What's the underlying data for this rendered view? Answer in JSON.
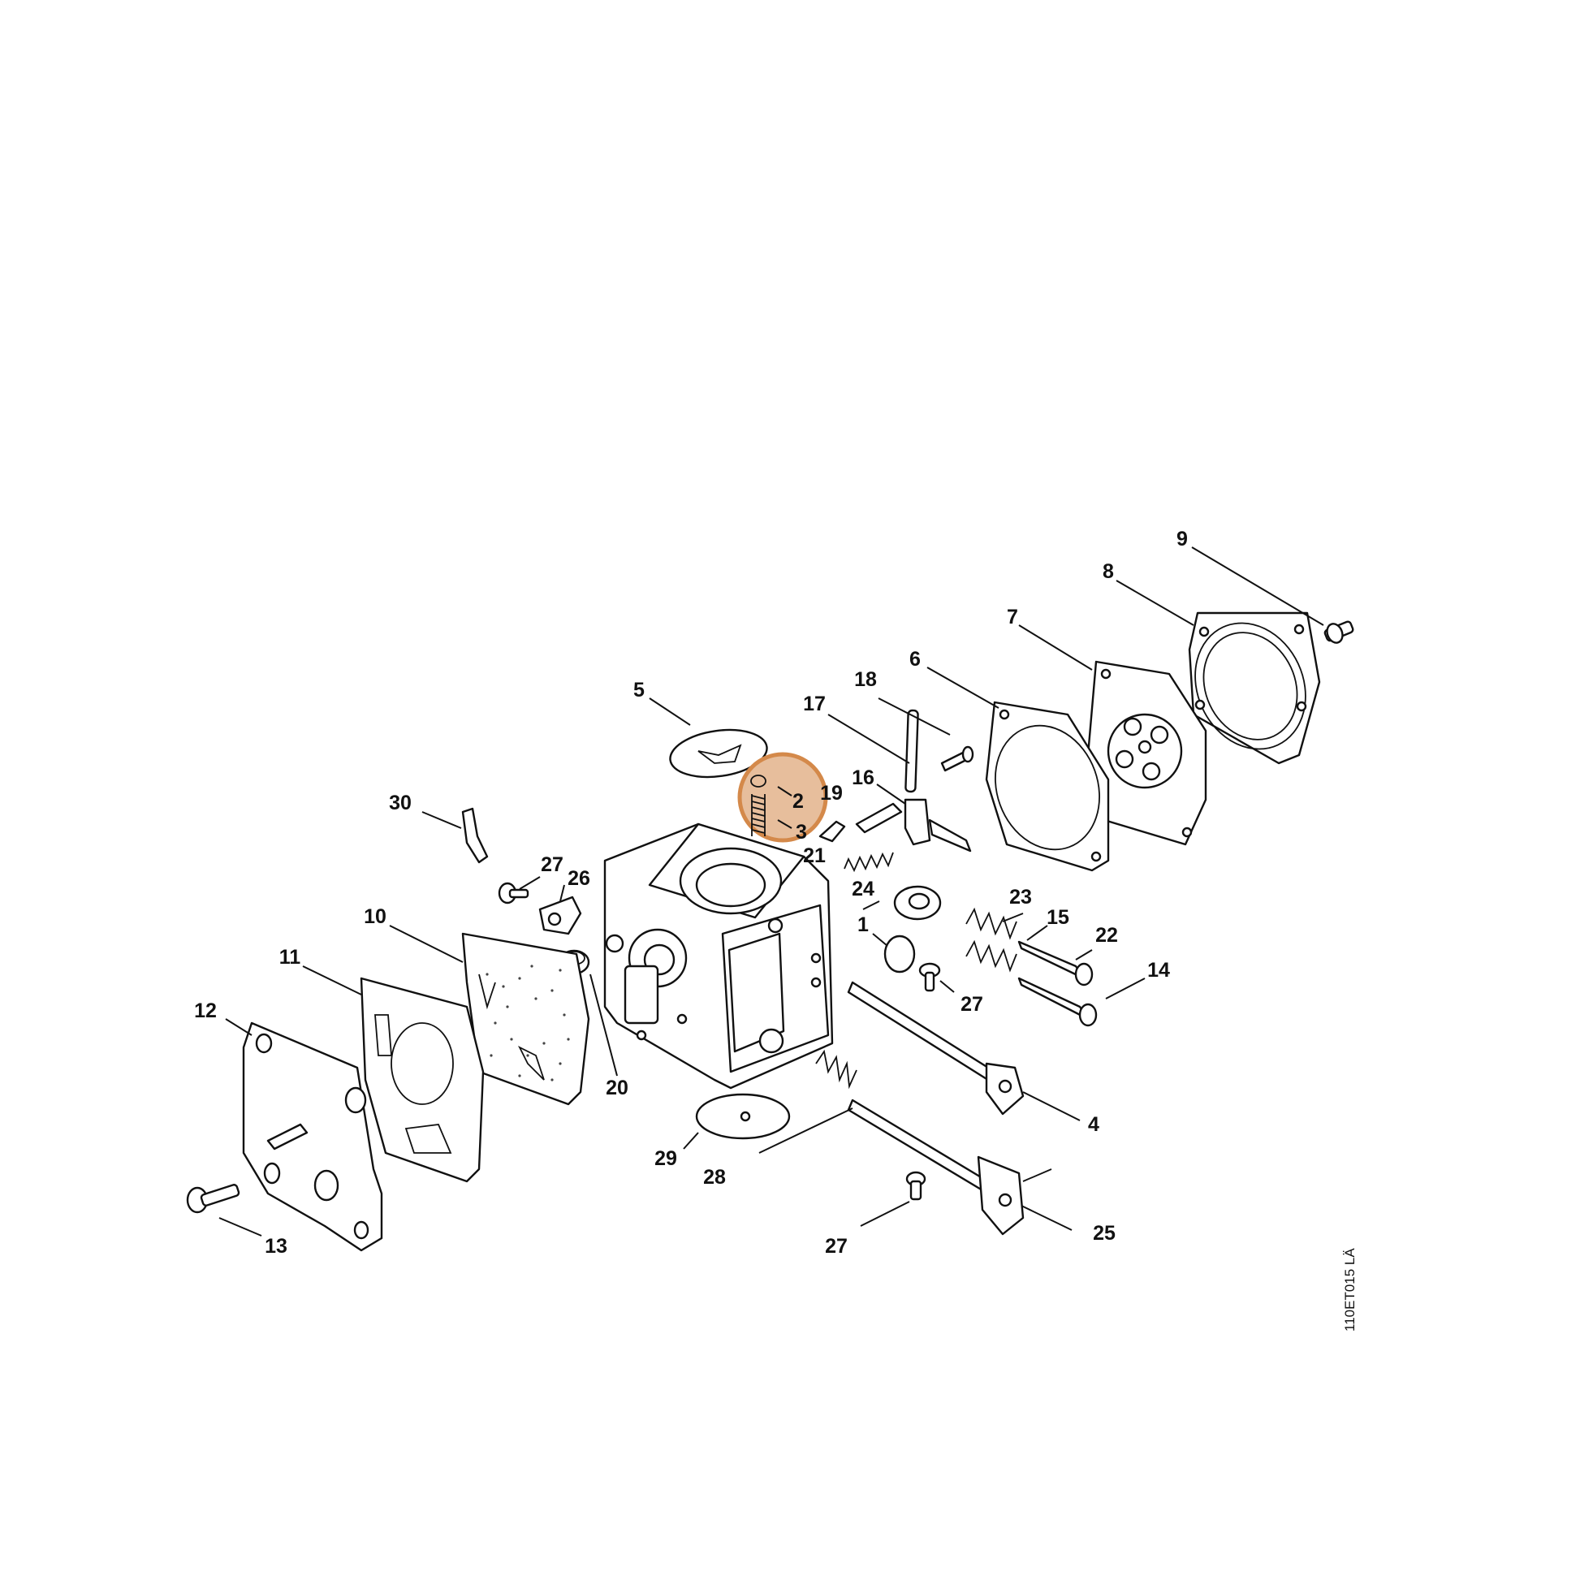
{
  "diagram": {
    "highlight_color": "#d4894a",
    "line_color": "#111111",
    "background": "#ffffff",
    "drawing_code": "110ET015 LÄ",
    "labels": {
      "l1": "1",
      "l2": "2",
      "l3": "3",
      "l4": "4",
      "l5": "5",
      "l6": "6",
      "l7": "7",
      "l8": "8",
      "l9": "9",
      "l10": "10",
      "l11": "11",
      "l12": "12",
      "l13": "13",
      "l14": "14",
      "l15": "15",
      "l16": "16",
      "l17": "17",
      "l18": "18",
      "l19": "19",
      "l20": "20",
      "l21": "21",
      "l22": "22",
      "l23": "23",
      "l24": "24",
      "l25": "25",
      "l26": "26",
      "l27a": "27",
      "l27b": "27",
      "l27c": "27",
      "l28": "28",
      "l29": "29",
      "l30": "30"
    }
  }
}
